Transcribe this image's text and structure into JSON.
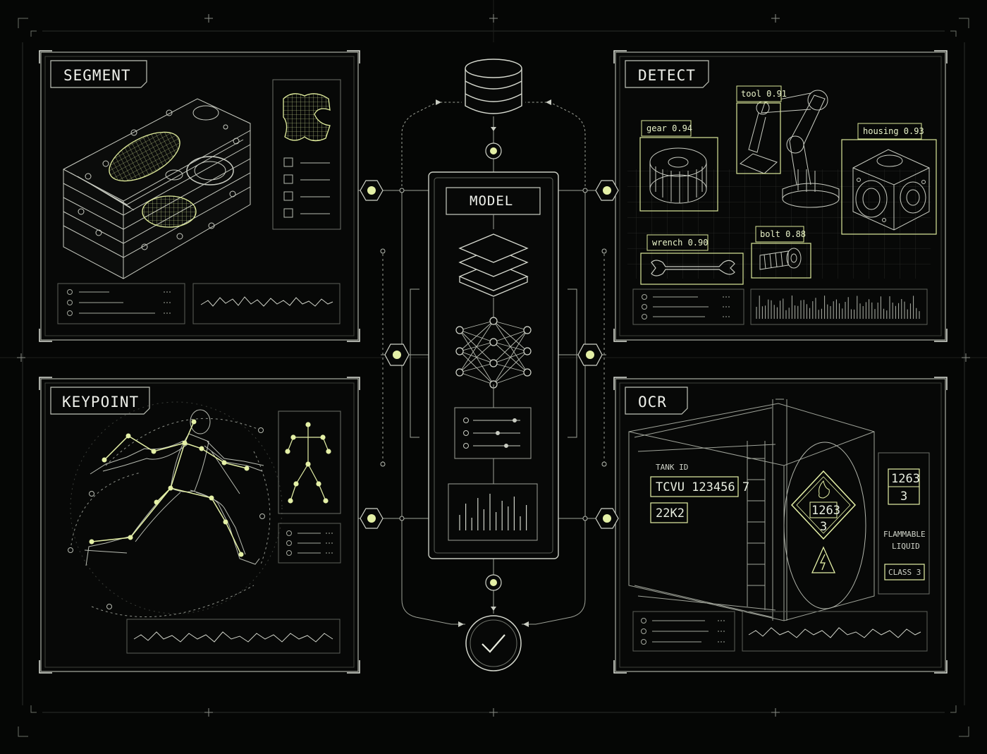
{
  "panels": {
    "segment": {
      "title": "SEGMENT"
    },
    "detect": {
      "title": "DETECT"
    },
    "keypoint": {
      "title": "KEYPOINT"
    },
    "ocr": {
      "title": "OCR"
    }
  },
  "model": {
    "title": "MODEL"
  },
  "detections": [
    {
      "label": "gear 0.94"
    },
    {
      "label": "tool 0.91"
    },
    {
      "label": "housing 0.93"
    },
    {
      "label": "wrench 0.90"
    },
    {
      "label": "bolt 0.88"
    }
  ],
  "ocr": {
    "tank_id_label": "TANK ID",
    "tank_id": "TCVU 123456 7",
    "type_code": "22K2",
    "hazard_un": "1263",
    "hazard_class": "3",
    "placard_un": "1263",
    "placard_class": "3",
    "flammable_line1": "FLAMMABLE",
    "flammable_line2": "LIQUID",
    "class_label": "CLASS 3"
  },
  "colors": {
    "background": "#050605",
    "line": "#cfd2c8",
    "accent": "#e4f0a6",
    "dim": "#5c605a"
  },
  "icons": {
    "database": "database-icon",
    "layers": "layers-icon",
    "network": "neural-network-icon",
    "check": "check-circle-icon",
    "flame": "flame-icon",
    "electric": "high-voltage-icon"
  }
}
